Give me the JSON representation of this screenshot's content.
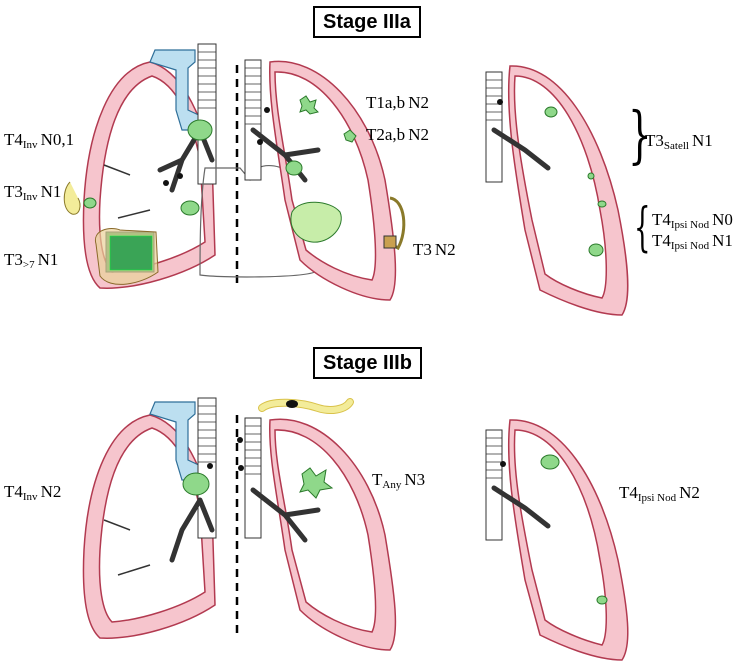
{
  "stage_a": {
    "title": "Stage IIIa",
    "labels": {
      "t4inv_n01": {
        "t": "T4",
        "sub": "Inv",
        "n": "N0,1"
      },
      "t3inv_n1": {
        "t": "T3",
        "sub": "Inv",
        "n": "N1"
      },
      "t3gt7_n1": {
        "t": "T3",
        "sub": ">7",
        "n": "N1"
      },
      "t1ab_n2": {
        "t": "T1a,b",
        "sub": "",
        "n": "N2"
      },
      "t2ab_n2": {
        "t": "T2a,b",
        "sub": "",
        "n": "N2"
      },
      "t3_n2": {
        "t": "T3",
        "sub": "",
        "n": "N2"
      },
      "t3satell_n1": {
        "t": "T3",
        "sub": "Satell",
        "n": "N1"
      },
      "t4ipsi_n0": {
        "t": "T4",
        "sub": "Ipsi Nod",
        "n": "N0"
      },
      "t4ipsi_n1": {
        "t": "T4",
        "sub": "Ipsi Nod",
        "n": "N1"
      }
    }
  },
  "stage_b": {
    "title": "Stage IIIb",
    "labels": {
      "t4inv_n2": {
        "t": "T4",
        "sub": "Inv",
        "n": "N2"
      },
      "tany_n3": {
        "t": "T",
        "sub": "Any",
        "n": "N3"
      },
      "t4ipsi_n2": {
        "t": "T4",
        "sub": "Ipsi Nod",
        "n": "N2"
      }
    }
  },
  "colors": {
    "pleura": "#e89aa8",
    "tumor": "#8fd88a",
    "trachea_blue": "#bcdff0",
    "bone": "#f3ec9a",
    "node": "#111111"
  }
}
